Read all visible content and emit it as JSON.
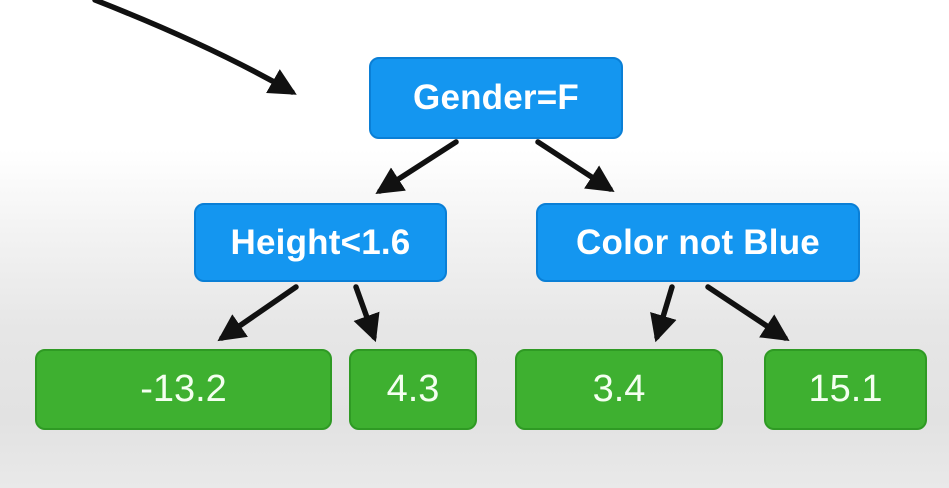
{
  "diagram": {
    "root": {
      "label": "Gender=F"
    },
    "left_split": {
      "label": "Height<1.6"
    },
    "right_split": {
      "label": "Color not Blue"
    },
    "leaves": [
      {
        "label": "-13.2"
      },
      {
        "label": "4.3"
      },
      {
        "label": "3.4"
      },
      {
        "label": "15.1"
      }
    ],
    "colors": {
      "decision_node": "#1496f0",
      "leaf_node": "#3eb030",
      "arrow": "#111111"
    }
  }
}
